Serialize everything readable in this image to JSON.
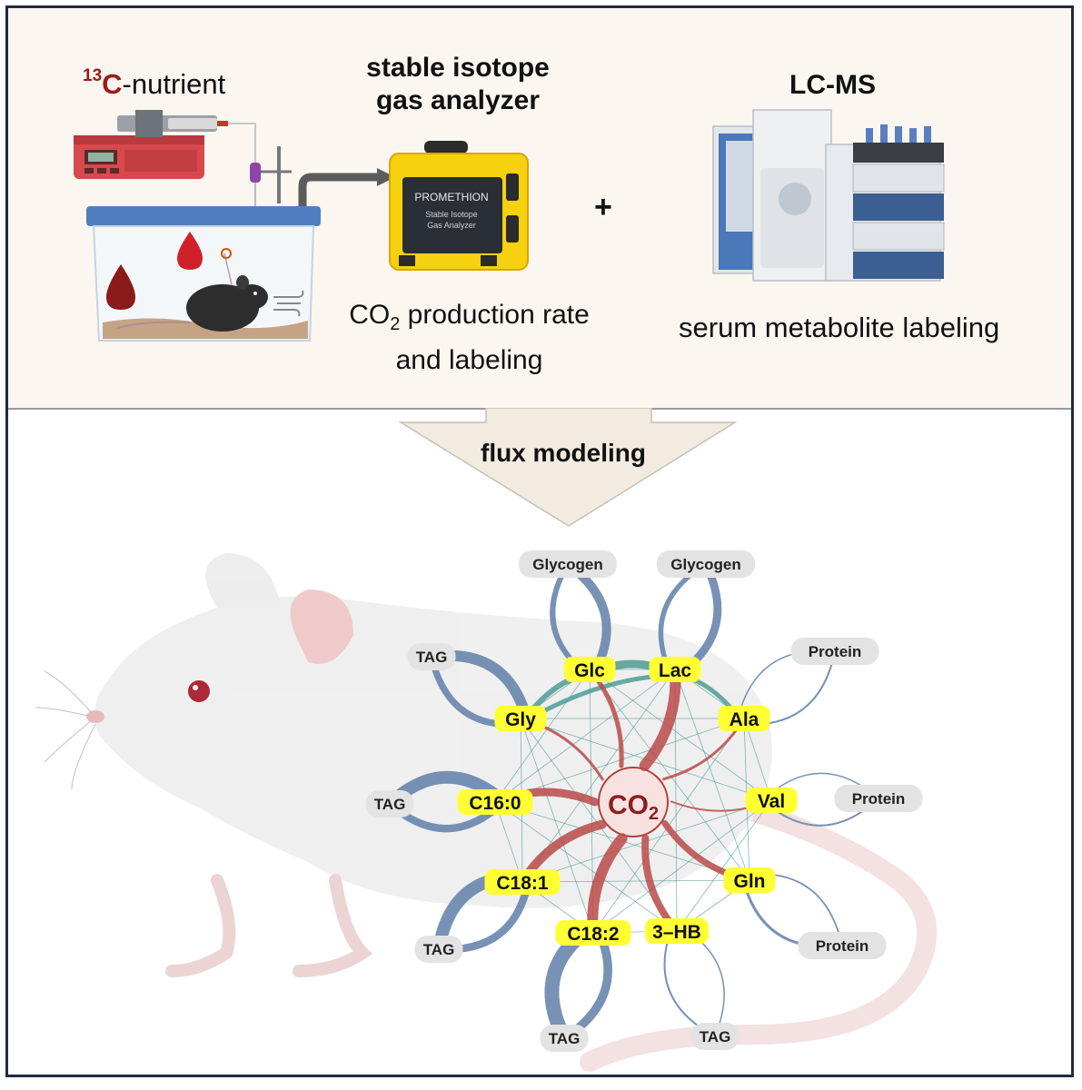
{
  "top": {
    "nutrient_sup": "13",
    "nutrient_c": "C",
    "nutrient_rest": "-nutrient",
    "gas_title_line1": "stable isotope",
    "gas_title_line2": "gas analyzer",
    "gas_box_line1": "PROMETHION",
    "gas_box_line2": "Stable Isotope",
    "gas_box_line3": "Gas Analyzer",
    "plus": "+",
    "lcms_title": "LC-MS",
    "co2_caption_pre": "CO",
    "co2_caption_sub": "2",
    "co2_caption_post": " production rate",
    "co2_caption_line2": "and labeling",
    "serum_caption": "serum metabolite labeling"
  },
  "arrow_label": "flux modeling",
  "network": {
    "center_pre": "CO",
    "center_sub": "2",
    "metabolites": {
      "glc": "Glc",
      "lac": "Lac",
      "gly": "Gly",
      "ala": "Ala",
      "c160": "C16:0",
      "val": "Val",
      "c181": "C18:1",
      "gln": "Gln",
      "c182": "C18:2",
      "hb": "3–HB"
    },
    "stores": {
      "glycogen1": "Glycogen",
      "glycogen2": "Glycogen",
      "tag_gly": "TAG",
      "protein_ala": "Protein",
      "tag_c160": "TAG",
      "protein_val": "Protein",
      "tag_c181": "TAG",
      "protein_gln": "Protein",
      "tag_c182": "TAG",
      "tag_hb": "TAG"
    }
  },
  "colors": {
    "frame": "#1f2a44",
    "top_bg": "#fbf6f0",
    "metabolite_fill": "#ffff33",
    "store_fill": "#e3e3e3",
    "blue_arrow": "#5f7fa8",
    "red_arrow": "#b84a48",
    "teal_arrow": "#4f9b94",
    "co2_text": "#8b1e1e"
  }
}
